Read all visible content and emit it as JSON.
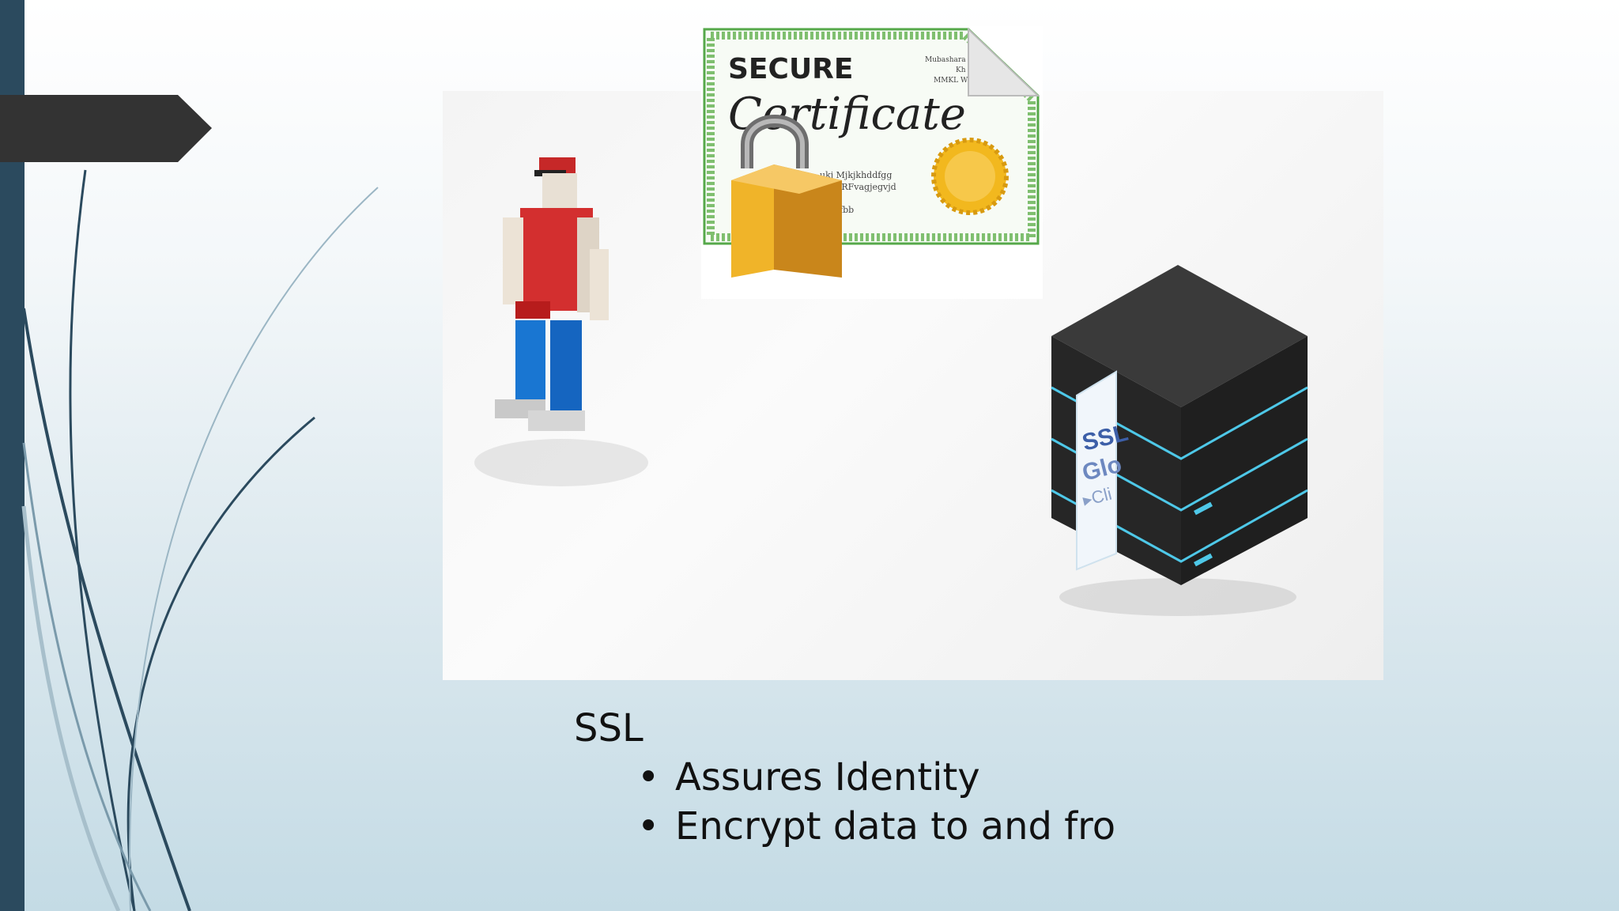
{
  "slide": {
    "heading": "SSL",
    "bullets": [
      "Assures Identity",
      "Encrypt data to and fro"
    ],
    "bullet_glyph": "•"
  },
  "certificate": {
    "title_line1": "SECURE",
    "title_line2": "Certificate",
    "small_text_lines": [
      "Mubashara",
      "Kh",
      "MMKL W"
    ],
    "detail_lines": [
      "ukj Mjkjkhddfgg",
      "sdhf RFvagjegvjd",
      "fbb"
    ]
  },
  "server": {
    "label_lines": [
      "SSL",
      "Glo",
      "▸Cli"
    ]
  },
  "icons": {
    "person": "person-icon",
    "lock": "padlock-icon",
    "seal": "gold-seal-icon",
    "server": "server-stack-icon"
  },
  "colors": {
    "left_bar": "#2b4a5e",
    "tab_arrow": "#333333",
    "cert_border": "#56a84a",
    "lock_gold": "#e1a21d",
    "server_dark": "#2a2a2a",
    "server_glow": "#4ec8e8"
  }
}
